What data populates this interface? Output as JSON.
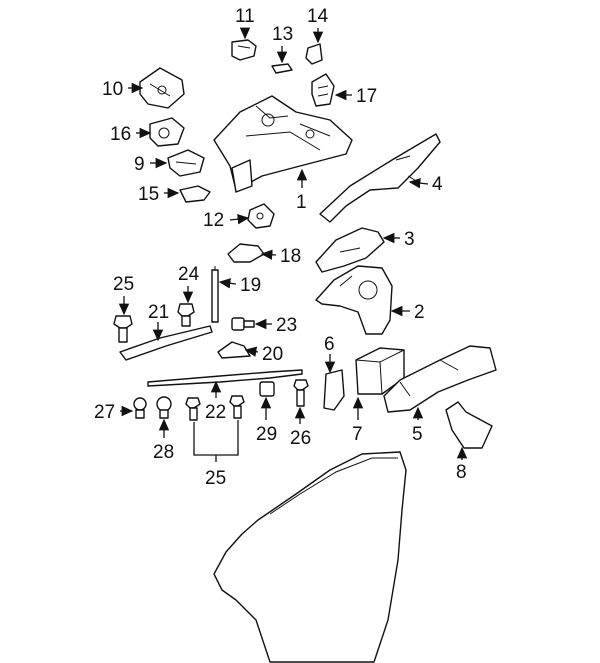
{
  "diagram": {
    "callouts": {
      "c1": "1",
      "c2": "2",
      "c3": "3",
      "c4": "4",
      "c5": "5",
      "c6": "6",
      "c7": "7",
      "c8": "8",
      "c9": "9",
      "c10": "10",
      "c11": "11",
      "c12": "12",
      "c13": "13",
      "c14": "14",
      "c15": "15",
      "c16": "16",
      "c17": "17",
      "c18": "18",
      "c19": "19",
      "c20": "20",
      "c21": "21",
      "c22": "22",
      "c23": "23",
      "c24": "24",
      "c25a": "25",
      "c25b": "25",
      "c26": "26",
      "c27": "27",
      "c28": "28",
      "c29": "29"
    },
    "colors": {
      "line": "#111111",
      "background": "#ffffff"
    }
  }
}
